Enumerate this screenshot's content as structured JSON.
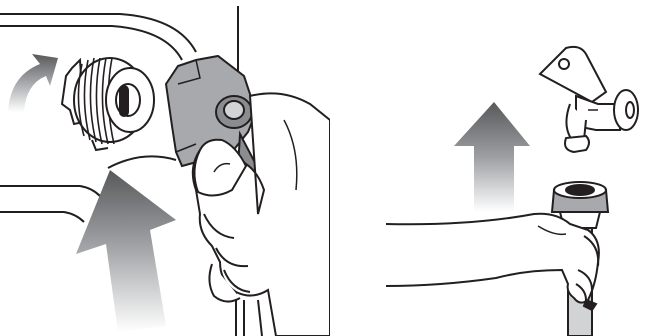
{
  "illustration": {
    "left_panel": {
      "subject": "hose-connector-fitting",
      "arrows": [
        "rotate-arrow",
        "up-arrow"
      ]
    },
    "right_panel": {
      "subject": "water-tap-and-hose",
      "arrows": [
        "up-arrow"
      ]
    },
    "colors": {
      "line": "#231f20",
      "part_gray": "#a7a9ac",
      "part_gray_dark": "#8a8c8f",
      "arrow_dark": "#58595b",
      "background": "#ffffff"
    }
  }
}
